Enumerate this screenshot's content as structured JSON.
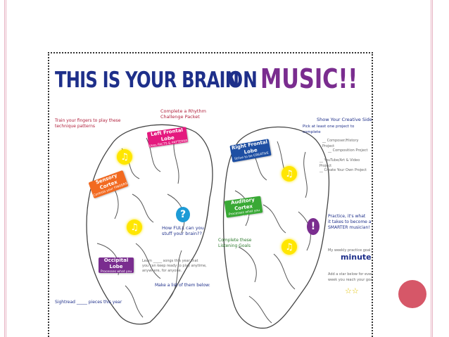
{
  "colors": {
    "accent": "#d65768",
    "border": "#e7b2c2",
    "title_blue": "#1e2f8a",
    "title_purple": "#7a2d8f"
  },
  "title": {
    "part1": "THIS IS YOUR BRAIN",
    "part2": "ON",
    "part3": "MUSIC!!"
  },
  "left": {
    "challenge": "Complete a Rhythm\nChallenge Packet",
    "train": "Train your fingers to play these\ntechnique patterns",
    "frontal": {
      "title": "Left Frontal Lobe",
      "sub": "Uses FACTS & PATTERNS"
    },
    "sensory": {
      "title": "Sensory Cortex",
      "sub": "Controls your FINGERS"
    },
    "occipital": {
      "title": "Occipital Lobe",
      "sub": "Processes what you SEE"
    },
    "howfull": "How FULL can you\nstuff your brain??",
    "learn": "Learn _____ songs this year that\nyou can keep ready to play anytime,\nanywhere, for anyone.",
    "makelist": "Make a list of them below:",
    "sightread": "Sightread _____ pieces this year"
  },
  "right": {
    "creative": "Show Your Creative Side!",
    "pick": "Pick at least one project to complete",
    "projects": [
      "__ Composer/History Project",
      "__ Composition Project",
      "__ YouTube/Art & Video Project",
      "__ Create Your Own Project"
    ],
    "rfrontal": {
      "title": "Right Frontal Lobe",
      "sub": "Strive to be CREATIVE"
    },
    "auditory": {
      "title": "Auditory Cortex",
      "sub": "Processes what you HEAR"
    },
    "listening": "Complete these\nListening Goals",
    "practice": "Practice, it's what\nit takes to become a\nSMARTER musician!",
    "weekly": "My weekly practice goal:",
    "minutes": "minutes",
    "star": "Add a star below for every\nweek you reach your goal",
    "stars": "☆☆"
  },
  "icons": {
    "note": "♫",
    "question": "?",
    "bulb": "!"
  }
}
